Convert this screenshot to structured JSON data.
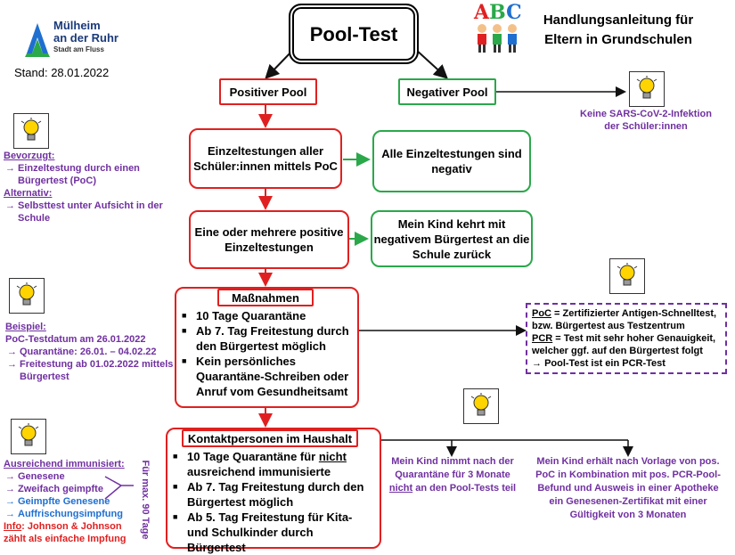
{
  "header": {
    "city_line1": "Mülheim",
    "city_line2": "an der Ruhr",
    "city_line3": "Stadt am Fluss",
    "stand": "Stand: 28.01.2022",
    "title": "Pool-Test",
    "abc": [
      "A",
      "B",
      "C"
    ],
    "subtitle_line1": "Handlungsanleitung für",
    "subtitle_line2": "Eltern in Grundschulen"
  },
  "colors": {
    "red": "#e02020",
    "green": "#2aa84a",
    "purple": "#7030a0",
    "blue": "#1f6fd0"
  },
  "flow": {
    "positive_pool": "Positiver Pool",
    "negative_pool": "Negativer Pool",
    "negative_note": "Keine SARS-CoV-2-Infektion der Schüler:innen",
    "single_tests": "Einzeltestungen aller Schüler:innen mittels PoC",
    "all_negative": "Alle Einzeltestungen sind negativ",
    "some_positive": "Eine oder mehrere positive Einzeltestungen",
    "return_school": "Mein Kind kehrt mit negativem Bürgertest an die Schule zurück"
  },
  "left_notes": {
    "preferred_label": "Bevorzugt:",
    "preferred_text": "Einzeltestung durch einen Bürgertest (PoC)",
    "alt_label": "Alternativ:",
    "alt_text": "Selbsttest unter Aufsicht in der Schule"
  },
  "measures": {
    "title": "Maßnahmen",
    "items": [
      "10 Tage Quarantäne",
      "Ab 7. Tag Freitestung durch den Bürgertest möglich",
      "Kein persönliches Quarantäne-Schreiben oder Anruf vom Gesundheitsamt"
    ]
  },
  "example": {
    "label": "Beispiel:",
    "line1": "PoC-Testdatum am 26.01.2022",
    "line2": "Quarantäne: 26.01. – 04.02.22",
    "line3": "Freitestung ab 01.02.2022 mittels Bürgertest"
  },
  "definitions": {
    "poc_term": "PoC",
    "poc_text": " = Zertifizierter Antigen-Schnelltest, bzw. Bürgertest aus Testzentrum",
    "pcr_term": "PCR",
    "pcr_text": " = Test mit sehr hoher Genauigkeit, welcher ggf. auf den Bürgertest folgt",
    "conclusion": "Pool-Test ist ein PCR-Test"
  },
  "household": {
    "title": "Kontaktpersonen im Haushalt",
    "item1_pre": "10 Tage Quarantäne für ",
    "item1_u": "nicht",
    "item1_post": " ausreichend immunisierte",
    "item2": "Ab 7. Tag Freitestung durch den Bürgertest möglich",
    "item3": "Ab 5. Tag Freitestung für Kita- und Schulkinder durch Bürgertest"
  },
  "immunized": {
    "label": "Ausreichend immunisiert:",
    "purple_items": [
      "Genesene",
      "Zweifach geimpfte"
    ],
    "blue_items": [
      "Geimpfte Genesene",
      "Auffrischungsimpfung"
    ],
    "vertical": "Für max. 90 Tage",
    "info_label": "Info",
    "info_text": ": Johnson & Johnson zählt als einfache Impfung"
  },
  "bottom": {
    "no_pool_pre": "Mein Kind nimmt nach der Quarantäne für 3 Monate ",
    "no_pool_u": "nicht",
    "no_pool_post": " an den Pool-Tests teil",
    "certificate": "Mein Kind erhält nach Vorlage von pos. PoC in Kombination mit pos. PCR-Pool-Befund und Ausweis in einer Apotheke ein Genesenen-Zertifikat mit einer Gültigkeit von 3 Monaten"
  }
}
